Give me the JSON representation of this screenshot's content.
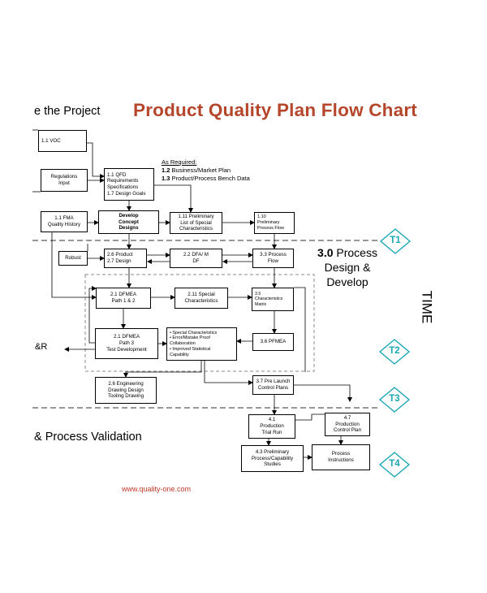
{
  "header": {
    "title": "Product Quality Plan Flow Chart",
    "phase_left_top": "e the Project",
    "phase_left_bottom": "& Process Validation",
    "phase_left_mid": "&R",
    "phase3_num": "3.0",
    "phase3_word1": "Process",
    "phase3_word2": "Design &",
    "phase3_word3": "Develop",
    "time_label": "TIME",
    "footer": "www.quality-one.com"
  },
  "as_required": {
    "heading": "As Required:",
    "line1_num": "1.2",
    "line1_text": "Business/Market Plan",
    "line2_num": "1.3",
    "line2_text": "Product/Process Bench Data"
  },
  "tags": {
    "t1": "T1",
    "t2": "T2",
    "t3": "T3",
    "t4": "T4"
  },
  "boxes": {
    "voc": "1.1 VOC",
    "regulations": "Regulations\nInput",
    "qfd": "1.1 QFD\nRequirements\nSpecifications\n1.7 Design Goals",
    "fma": "1.1 FMA\nQuality History",
    "develop": "Develop\nConcept\nDesigns",
    "prelim_list": "1.11 Preliminary\nList of Special\nCharacteristics",
    "prelim_flow": "1.10\nPreliminary\nProcess Flow",
    "robust": "Robust",
    "product_design": "2.6 Product\n2.7 Design",
    "dfa": "2.2 DFA/ M\nDF",
    "process_flow": "3.3 Process\nFlow",
    "dfmea1": "2.1 DFMEA\nPath 1 & 2",
    "special_char": "2.11 Special\nCharacteristics",
    "char_matrix": "3.5\nCharacteristics\nMatrix",
    "dfmea2": "2.1 DFMEA\nPath 3\nTest Development",
    "bullets": "• Special Characteristics\n• Error/Mistake Proof\n  Collaboration\n• Improved Statistical\n  Capability",
    "pfmea": "3.6 PFMEA",
    "eng_drawing": "2.6 Engineering\nDrawing Design\nTooling Drawing",
    "pre_launch": "3.7 Pre Launch\nControl Plans",
    "production_trial": "4.1\nProduction\nTrial Run",
    "production_cp": "4.7\nProduction\nControl Plan",
    "prelim_cap": "4.3 Preliminary\nProcess/Capability\nStudies",
    "process_instr": "Process\nInstructions"
  }
}
